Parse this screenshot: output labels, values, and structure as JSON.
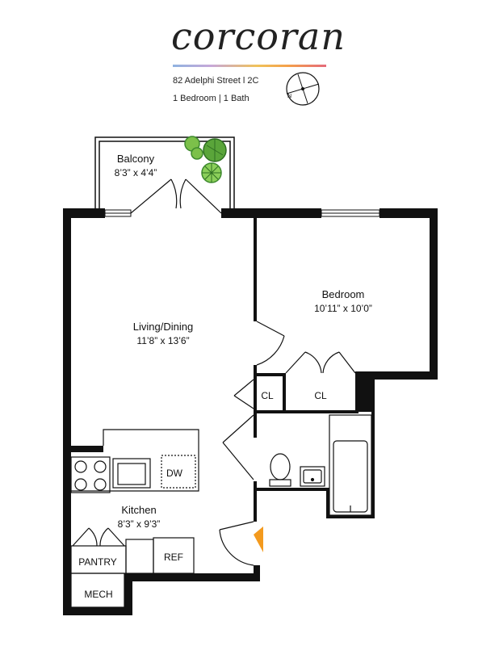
{
  "brand": {
    "name": "corcoran"
  },
  "listing": {
    "address": "82 Adelphi Street l 2C",
    "unit_type": "1 Bedroom | 1 Bath"
  },
  "compass": {
    "north_label": "N"
  },
  "rooms": {
    "balcony": {
      "name": "Balcony",
      "dims": "8’3” x 4’4”"
    },
    "living": {
      "name": "Living/Dining",
      "dims": "11’8” x 13’6”"
    },
    "bedroom": {
      "name": "Bedroom",
      "dims": "10’11” x 10’0”"
    },
    "kitchen": {
      "name": "Kitchen",
      "dims": "8’3” x 9’3”"
    },
    "closet1": {
      "name": "CL"
    },
    "closet2": {
      "name": "CL"
    },
    "dishwasher": {
      "name": "DW"
    },
    "pantry": {
      "name": "PANTRY"
    },
    "fridge": {
      "name": "REF"
    },
    "mech": {
      "name": "MECH"
    }
  },
  "colors": {
    "wall": "#111111",
    "entry_arrow": "#f39a1e",
    "plant_light": "#7cc04a",
    "plant_dark": "#3e8a2e"
  }
}
